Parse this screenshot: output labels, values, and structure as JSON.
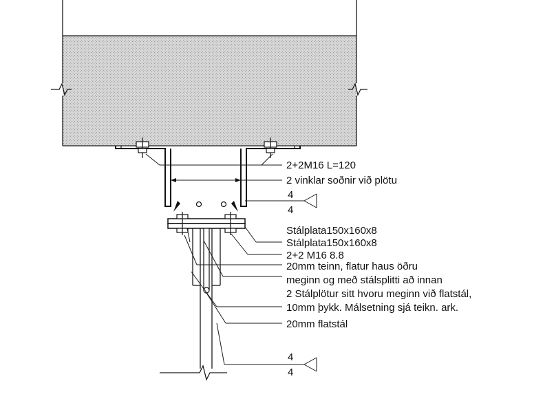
{
  "labels": {
    "bolts_top": "2+2M16 L=120",
    "angles": "2 vinklar soðnir við plötu",
    "weld_top_upper": "4",
    "weld_top_lower": "4",
    "plate_1": "Stálplata150x160x8",
    "plate_2": "Stálplata150x160x8",
    "bolts_mid": "2+2 M16 8.8",
    "pin_line1": "20mm teinn, flatur haus öðru",
    "pin_line2": "meginn og með stálsplitti að innan",
    "side_plates_line1": "2 Stálplötur sitt hvoru meginn við flatstál,",
    "side_plates_line2": "10mm þykk. Málsetning sjá teikn. ark.",
    "flat_bar": "20mm flatstál",
    "weld_bot_upper": "4",
    "weld_bot_lower": "4"
  },
  "colors": {
    "concrete_fill": "#d2d2d2",
    "line": "#1a1a1a"
  }
}
